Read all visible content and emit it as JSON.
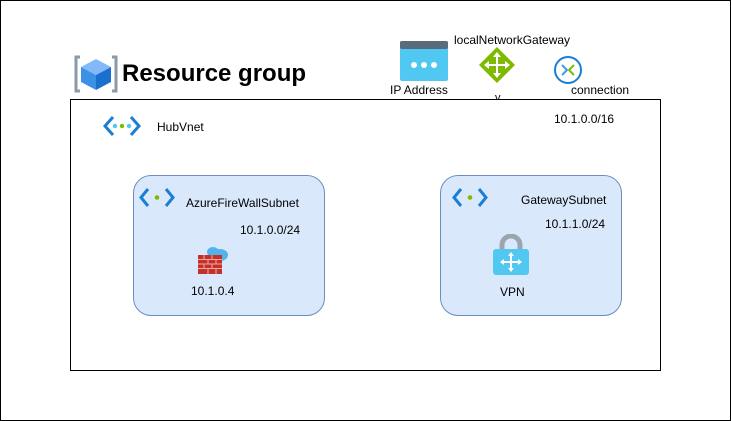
{
  "resource_group": {
    "title": "Resource group",
    "icon": "resource-group-cube-icon"
  },
  "public_ip": {
    "label": "IP Address",
    "icon": "public-ip-icon"
  },
  "local_network_gateway": {
    "label": "localNetworkGateway",
    "suffix": "v",
    "icon": "local-network-gateway-icon"
  },
  "connection": {
    "label": "connection",
    "icon": "connection-icon"
  },
  "hub_vnet": {
    "label": "HubVnet",
    "cidr": "10.1.0.0/16",
    "icon": "vnet-icon"
  },
  "firewall_subnet": {
    "label": "AzureFireWallSubnet",
    "cidr": "10.1.0.0/24",
    "firewall_ip": "10.1.0.4",
    "icon": "firewall-icon"
  },
  "gateway_subnet": {
    "label": "GatewaySubnet",
    "cidr": "10.1.1.0/24",
    "vpn_label": "VPN",
    "icon": "vpn-gateway-icon"
  },
  "colors": {
    "subnet_fill": "#dae8fc",
    "subnet_stroke": "#6c8ebf",
    "azure_blue": "#0078d4",
    "light_blue": "#50e6ff",
    "gateway_green": "#7fba00",
    "firewall_red": "#c4312c"
  }
}
